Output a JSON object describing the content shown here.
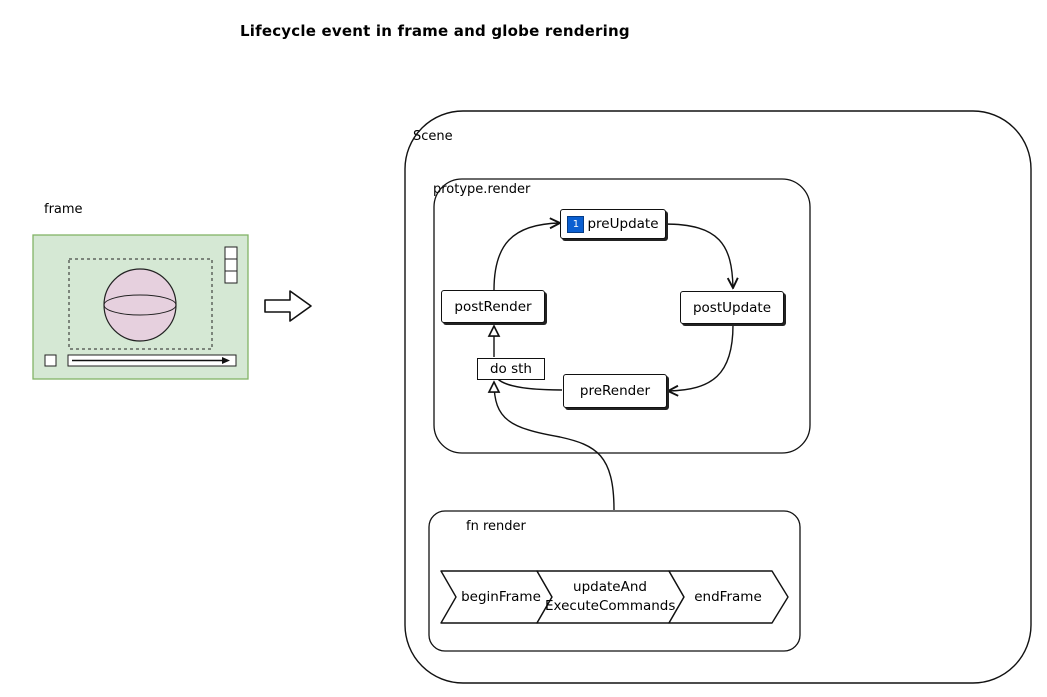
{
  "title": "Lifecycle event in frame and globe rendering",
  "frame_panel": {
    "label": "frame"
  },
  "scene": {
    "label": "Scene",
    "prototype_render": {
      "label": "protype.render",
      "nodes": {
        "pre_update": {
          "badge": "1",
          "label": "preUpdate"
        },
        "post_update": "postUpdate",
        "pre_render": "preRender",
        "post_render": "postRender",
        "do_sth": "do sth"
      }
    },
    "fn_render": {
      "label": "fn render",
      "steps": [
        {
          "label": "beginFrame"
        },
        {
          "label_line1": "updateAnd",
          "label_line2": "ExecuteCommands"
        },
        {
          "label": "endFrame"
        }
      ]
    }
  },
  "colors": {
    "frame_fill": "#d5e8d4",
    "frame_stroke": "#82b366",
    "globe_fill": "#e6d0de",
    "badge": "#0a5fd1"
  }
}
